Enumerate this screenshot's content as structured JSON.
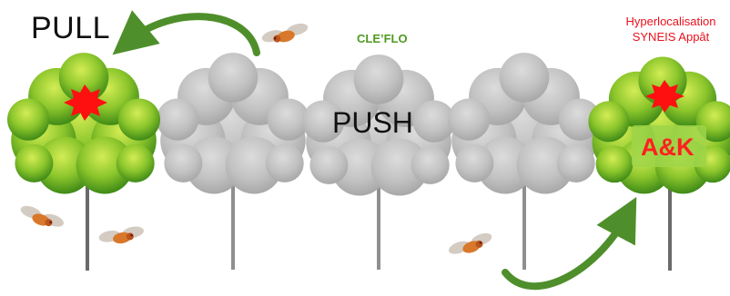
{
  "labels": {
    "pull": "PULL",
    "push": "PUSH",
    "cleflo": "CLE’FLO",
    "hyperlocalisation": "Hyperlocalisation",
    "syneis": "SYNEIS Appât",
    "ak": "A&K"
  },
  "icons": {
    "green_tree": "green-tree-icon",
    "grey_tree": "grey-tree-icon",
    "insect": "fruit-fly-icon",
    "starburst": "red-starburst-icon",
    "arrow": "green-curved-arrow-icon"
  },
  "colors": {
    "green_foliage": "#5fae20",
    "green_highlight": "#b9dd36",
    "grey_foliage": "#bdbdbd",
    "arrow": "#4f8f2b",
    "red": "#ff1010",
    "trunk": "#6a6a6a"
  }
}
